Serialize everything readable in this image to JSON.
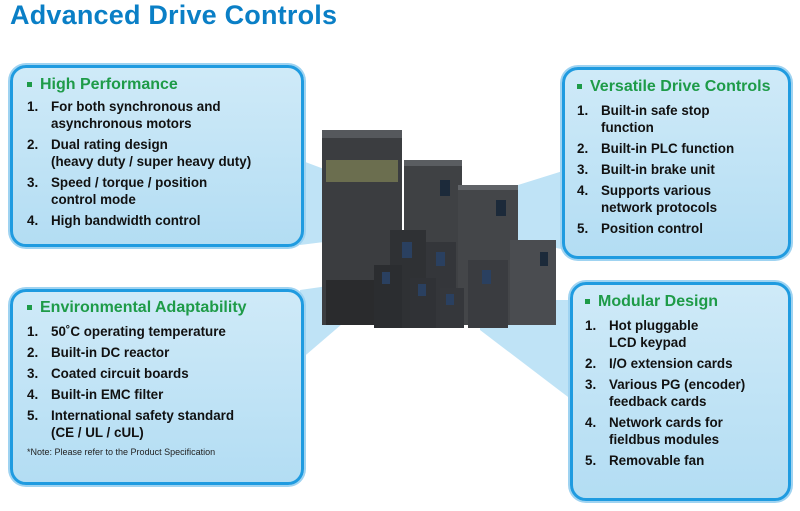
{
  "title": "Advanced Drive Controls",
  "colors": {
    "title": "#0a7fc6",
    "heading": "#1e9b48",
    "border": "#1f9be0",
    "panel": "#c4e5f6"
  },
  "high_performance": {
    "heading": "High Performance",
    "items": [
      {
        "num": "1.",
        "text": "For both synchronous and\nasynchronous motors"
      },
      {
        "num": "2.",
        "text": "Dual rating design\n(heavy duty / super heavy duty)"
      },
      {
        "num": "3.",
        "text": "Speed / torque / position\ncontrol mode"
      },
      {
        "num": "4.",
        "text": "High bandwidth control"
      }
    ]
  },
  "versatile": {
    "heading": "Versatile Drive Controls",
    "items": [
      {
        "num": "1.",
        "text": "Built-in safe stop\nfunction"
      },
      {
        "num": "2.",
        "text": "Built-in PLC function"
      },
      {
        "num": "3.",
        "text": "Built-in brake unit"
      },
      {
        "num": "4.",
        "text": "Supports various\nnetwork protocols"
      },
      {
        "num": "5.",
        "text": "Position control"
      }
    ]
  },
  "environmental": {
    "heading": "Environmental Adaptability",
    "items": [
      {
        "num": "1.",
        "text": "50˚C operating temperature"
      },
      {
        "num": "2.",
        "text": "Built-in DC reactor"
      },
      {
        "num": "3.",
        "text": "Coated circuit boards"
      },
      {
        "num": "4.",
        "text": "Built-in EMC filter"
      },
      {
        "num": "5.",
        "text": "International safety standard\n(CE / UL / cUL)"
      }
    ],
    "note": "*Note: Please refer to the Product Specification"
  },
  "modular": {
    "heading": "Modular Design",
    "items": [
      {
        "num": "1.",
        "text": "Hot pluggable\nLCD keypad"
      },
      {
        "num": "2.",
        "text": "I/O extension cards"
      },
      {
        "num": "3.",
        "text": "Various PG (encoder)\nfeedback cards"
      },
      {
        "num": "4.",
        "text": "Network cards for\nfieldbus modules"
      },
      {
        "num": "5.",
        "text": "Removable fan"
      }
    ]
  }
}
